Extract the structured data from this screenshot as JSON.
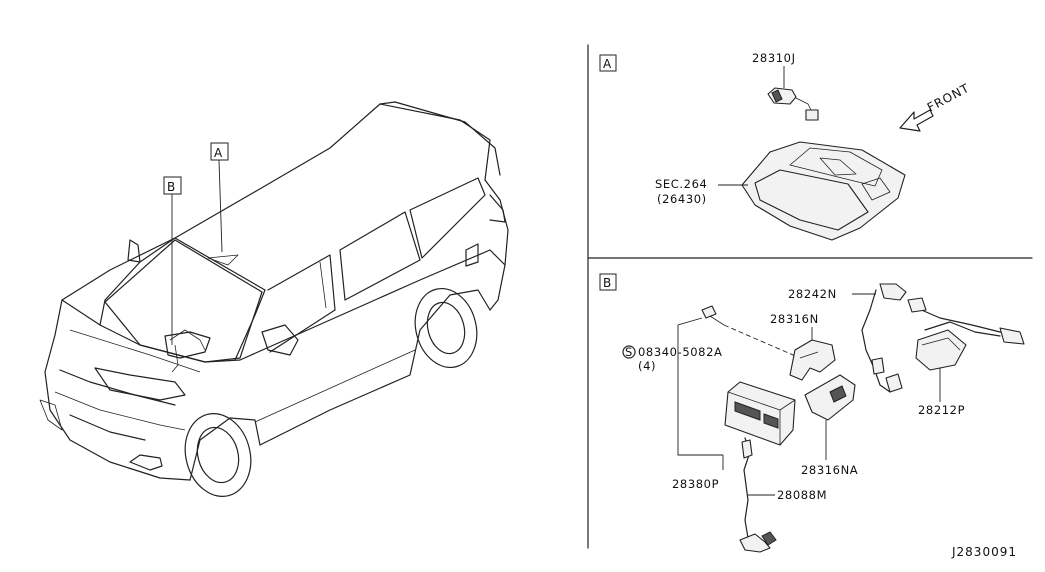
{
  "callouts": {
    "box_a": "A",
    "box_b": "B"
  },
  "panel_a": {
    "box_label": "A",
    "direction": "FRONT",
    "parts": {
      "p28310j": "28310J",
      "sec_line1": "SEC.264",
      "sec_line2": "(26430)"
    }
  },
  "panel_b": {
    "box_label": "B",
    "bolt_symbol": "S",
    "parts": {
      "bolt_line1": "08340-5082A",
      "bolt_line2": "(4)",
      "p28242n": "28242N",
      "p28316n": "28316N",
      "p28212p": "28212P",
      "p28316na": "28316NA",
      "p28380p": "28380P",
      "p28088m": "28088M"
    }
  },
  "diagram_code": "J2830091"
}
